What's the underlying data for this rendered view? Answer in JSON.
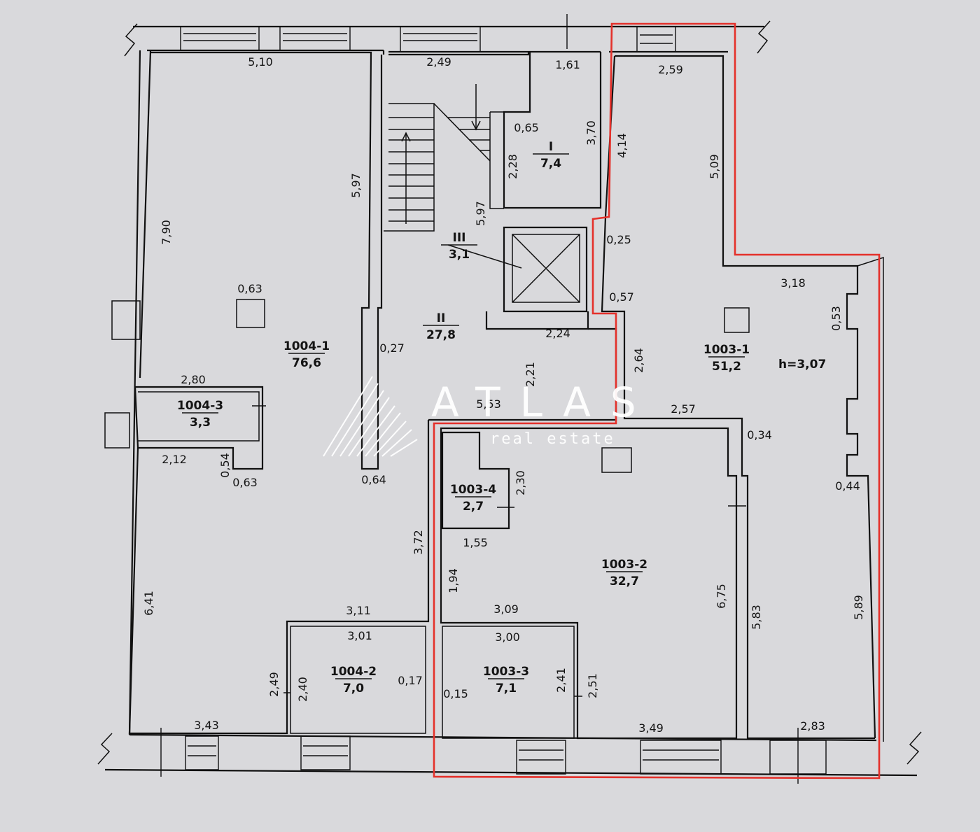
{
  "rooms": [
    {
      "id": "1004-1",
      "area": "76,6"
    },
    {
      "id": "1004-2",
      "area": "7,0"
    },
    {
      "id": "1004-3",
      "area": "3,3"
    },
    {
      "id": "1003-1",
      "area": "51,2"
    },
    {
      "id": "1003-2",
      "area": "32,7"
    },
    {
      "id": "1003-3",
      "area": "7,1"
    },
    {
      "id": "1003-4",
      "area": "2,7"
    },
    {
      "id": "I",
      "area": "7,4"
    },
    {
      "id": "II",
      "area": "27,8"
    },
    {
      "id": "III",
      "area": "3,1"
    }
  ],
  "ceiling_height": "h=3,07",
  "dimensions": [
    "5,10",
    "2,49",
    "1,61",
    "2,59",
    "0,65",
    "3,70",
    "2,28",
    "4,14",
    "5,09",
    "5,97",
    "7,90",
    "5,97",
    "0,25",
    "0,57",
    "3,18",
    "0,53",
    "0,63",
    "2,24",
    "0,27",
    "2,64",
    "2,21",
    "2,80",
    "5,53",
    "2,57",
    "0,34",
    "2,12",
    "0,54",
    "0,63",
    "0,64",
    "2,30",
    "0,44",
    "1,55",
    "3,72",
    "1,94",
    "6,41",
    "6,75",
    "5,83",
    "5,89",
    "3,11",
    "3,09",
    "3,01",
    "3,00",
    "2,49",
    "2,40",
    "0,17",
    "0,15",
    "2,41",
    "2,51",
    "3,43",
    "3,49",
    "2,83"
  ],
  "watermark": {
    "name": "ATLAS",
    "tagline": "real estate"
  },
  "colors": {
    "highlight": "#e4312b",
    "lines": "#111111",
    "paper": "#d9d9dc"
  }
}
